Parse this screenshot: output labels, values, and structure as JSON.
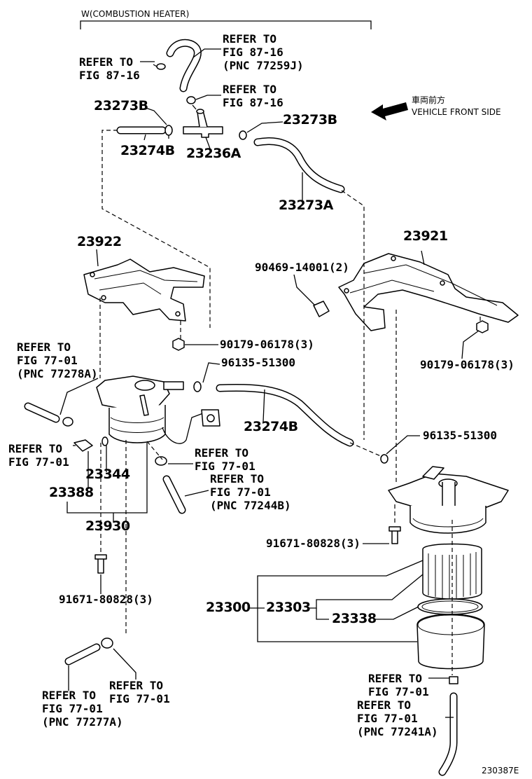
{
  "header": {
    "label": "W(COMBUSTION HEATER)"
  },
  "direction": {
    "japanese": "車両前方",
    "english": "VEHICLE FRONT SIDE"
  },
  "figure_id": "230387E",
  "refs": {
    "r_top_left": "REFER TO\nFIG 87-16",
    "r_top_right": "REFER TO\nFIG 87-16\n(PNC 77259J)",
    "r_clamp": "REFER TO\nFIG 87-16",
    "r_mid_left": "REFER TO\nFIG 77-01\n(PNC 77278A)",
    "r_mid_left2": "REFER TO\nFIG 77-01",
    "r_mid_center": "REFER TO\nFIG 77-01",
    "r_mid_center2": "REFER TO\nFIG 77-01\n(PNC 77244B)",
    "r_bot_left": "REFER TO\nFIG 77-01\n(PNC 77277A)",
    "r_bot_mid": "REFER TO\nFIG 77-01",
    "r_bot_right": "REFER TO\nFIG 77-01",
    "r_bot_right2": "REFER TO\nFIG 77-01\n(PNC 77241A)"
  },
  "parts": {
    "p23273B_a": "23273B",
    "p23274B_a": "23274B",
    "p23236A": "23236A",
    "p23273B_b": "23273B",
    "p23273A": "23273A",
    "p23922": "23922",
    "p23921": "23921",
    "p90469": "90469-14001(2)",
    "p90179_a": "90179-06178(3)",
    "p90179_b": "90179-06178(3)",
    "p96135_a": "96135-51300",
    "p96135_b": "96135-51300",
    "p23274B_b": "23274B",
    "p23344": "23344",
    "p23388": "23388",
    "p23930": "23930",
    "p91671_a": "91671-80828(3)",
    "p91671_b": "91671-80828(3)",
    "p23300": "23300",
    "p23303": "23303",
    "p23338": "23338"
  }
}
